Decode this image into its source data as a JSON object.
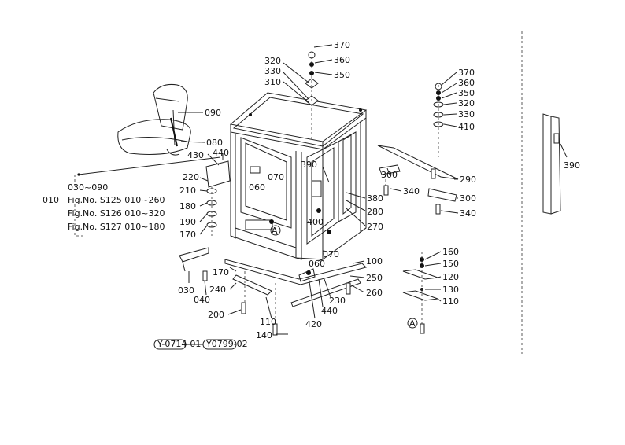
{
  "labels": {
    "p370a": "370",
    "p360a": "360",
    "p350a": "350",
    "p320a": "320",
    "p330a": "330",
    "p310": "310",
    "p370b": "370",
    "p360b": "360",
    "p350b": "350",
    "p320b": "320",
    "p330b": "330",
    "p410": "410",
    "p090": "090",
    "p080": "080",
    "p440a": "440",
    "p430": "430",
    "p390a": "390",
    "p300a": "300",
    "p290": "290",
    "p340a": "340",
    "p300b": "300",
    "p340b": "340",
    "p220": "220",
    "p210": "210",
    "p180": "180",
    "p190": "190",
    "p170a": "170",
    "p060a": "060",
    "p070a": "070",
    "p380": "380",
    "p280": "280",
    "p270": "270",
    "p400": "400",
    "p070b": "070",
    "p060b": "060",
    "p100": "100",
    "p250": "250",
    "p260": "260",
    "p230": "230",
    "p440b": "440",
    "p420": "420",
    "p170b": "170",
    "p030": "030",
    "p040": "040",
    "p240": "240",
    "p110a": "110",
    "p200": "200",
    "p140": "140",
    "p160": "160",
    "p150": "150",
    "p120": "120",
    "p130": "130",
    "p110b": "110",
    "p390b": "390"
  },
  "set_list": {
    "code": "010",
    "range": "030~090",
    "lines": [
      "Fig.No. S125 010~260",
      "Fig.No. S126 010~320",
      "Fig.No. S127 010~180"
    ]
  },
  "refs": {
    "a1": "A",
    "a2": "A"
  },
  "codes": {
    "c1": "Y-0714-01",
    "c2": "Y0799-02"
  }
}
